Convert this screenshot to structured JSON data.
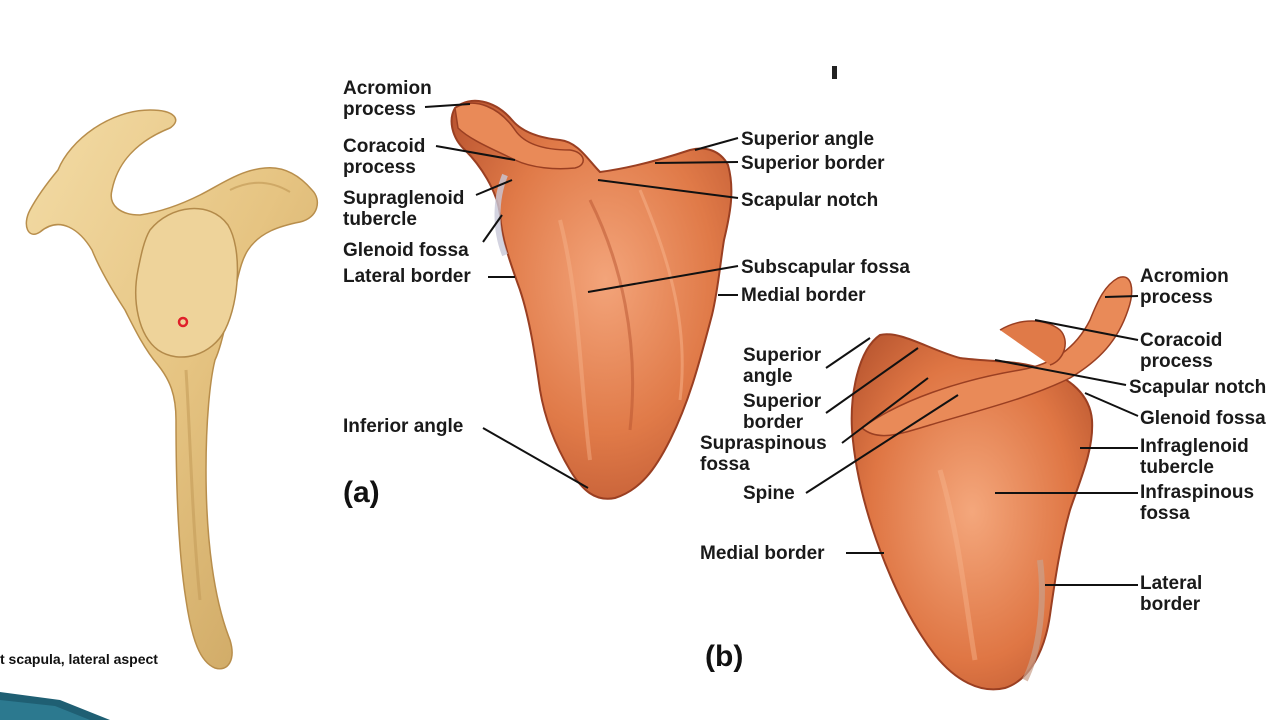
{
  "figure": {
    "left_caption": "t scapula, lateral aspect",
    "panel_a": "(a)",
    "panel_b": "(b)"
  },
  "labels_a": {
    "acromion_process": [
      "Acromion",
      "process"
    ],
    "coracoid_process": [
      "Coracoid",
      "process"
    ],
    "supraglenoid_tubercle": [
      "Supraglenoid",
      "tubercle"
    ],
    "glenoid_fossa": "Glenoid fossa",
    "lateral_border": "Lateral border",
    "inferior_angle": "Inferior angle",
    "superior_angle": "Superior angle",
    "superior_border": "Superior border",
    "scapular_notch": "Scapular notch",
    "subscapular_fossa": "Subscapular fossa",
    "medial_border": "Medial border"
  },
  "labels_b": {
    "acromion_process": [
      "Acromion",
      "process"
    ],
    "coracoid_process": [
      "Coracoid",
      "process"
    ],
    "scapular_notch": "Scapular notch",
    "glenoid_fossa": "Glenoid fossa",
    "infraglenoid_tubercle": [
      "Infraglenoid",
      "tubercle"
    ],
    "infraspinous_fossa": [
      "Infraspinous",
      "fossa"
    ],
    "lateral_border": [
      "Lateral",
      "border"
    ],
    "superior_angle": [
      "Superior",
      "angle"
    ],
    "superior_border": [
      "Superior",
      "border"
    ],
    "supraspinous_fossa": [
      "Supraspinous",
      "fossa"
    ],
    "spine": "Spine",
    "medial_border": "Medial border"
  },
  "colors": {
    "bone_beige": "#e8c98a",
    "bone_beige_dark": "#c9a460",
    "bone_orange": "#d9733f",
    "bone_orange_light": "#f0a072",
    "bone_orange_dark": "#a8462a",
    "marker_red": "#e0202a",
    "corner_teal": "#1f5f73"
  }
}
